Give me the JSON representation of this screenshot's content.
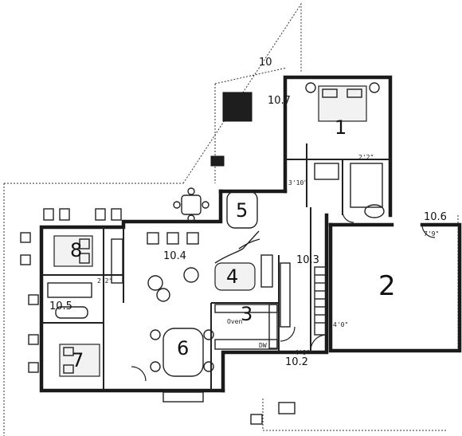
{
  "rooms": [
    {
      "id": "1",
      "label": "1"
    },
    {
      "id": "2",
      "label": "2"
    },
    {
      "id": "3",
      "label": "3"
    },
    {
      "id": "4",
      "label": "4"
    },
    {
      "id": "5",
      "label": "5"
    },
    {
      "id": "6",
      "label": "6"
    },
    {
      "id": "7",
      "label": "7"
    },
    {
      "id": "8",
      "label": "8"
    },
    {
      "id": "10",
      "label": "10"
    }
  ],
  "zones": [
    {
      "id": "10.2",
      "label": "10.2"
    },
    {
      "id": "10.3",
      "label": "10.3"
    },
    {
      "id": "10.4",
      "label": "10.4"
    },
    {
      "id": "10.5",
      "label": "10.5"
    },
    {
      "id": "10.6",
      "label": "10.6"
    },
    {
      "id": "10.7",
      "label": "10.7"
    }
  ],
  "annotations": {
    "oven": "Oven",
    "dw": "DW"
  }
}
